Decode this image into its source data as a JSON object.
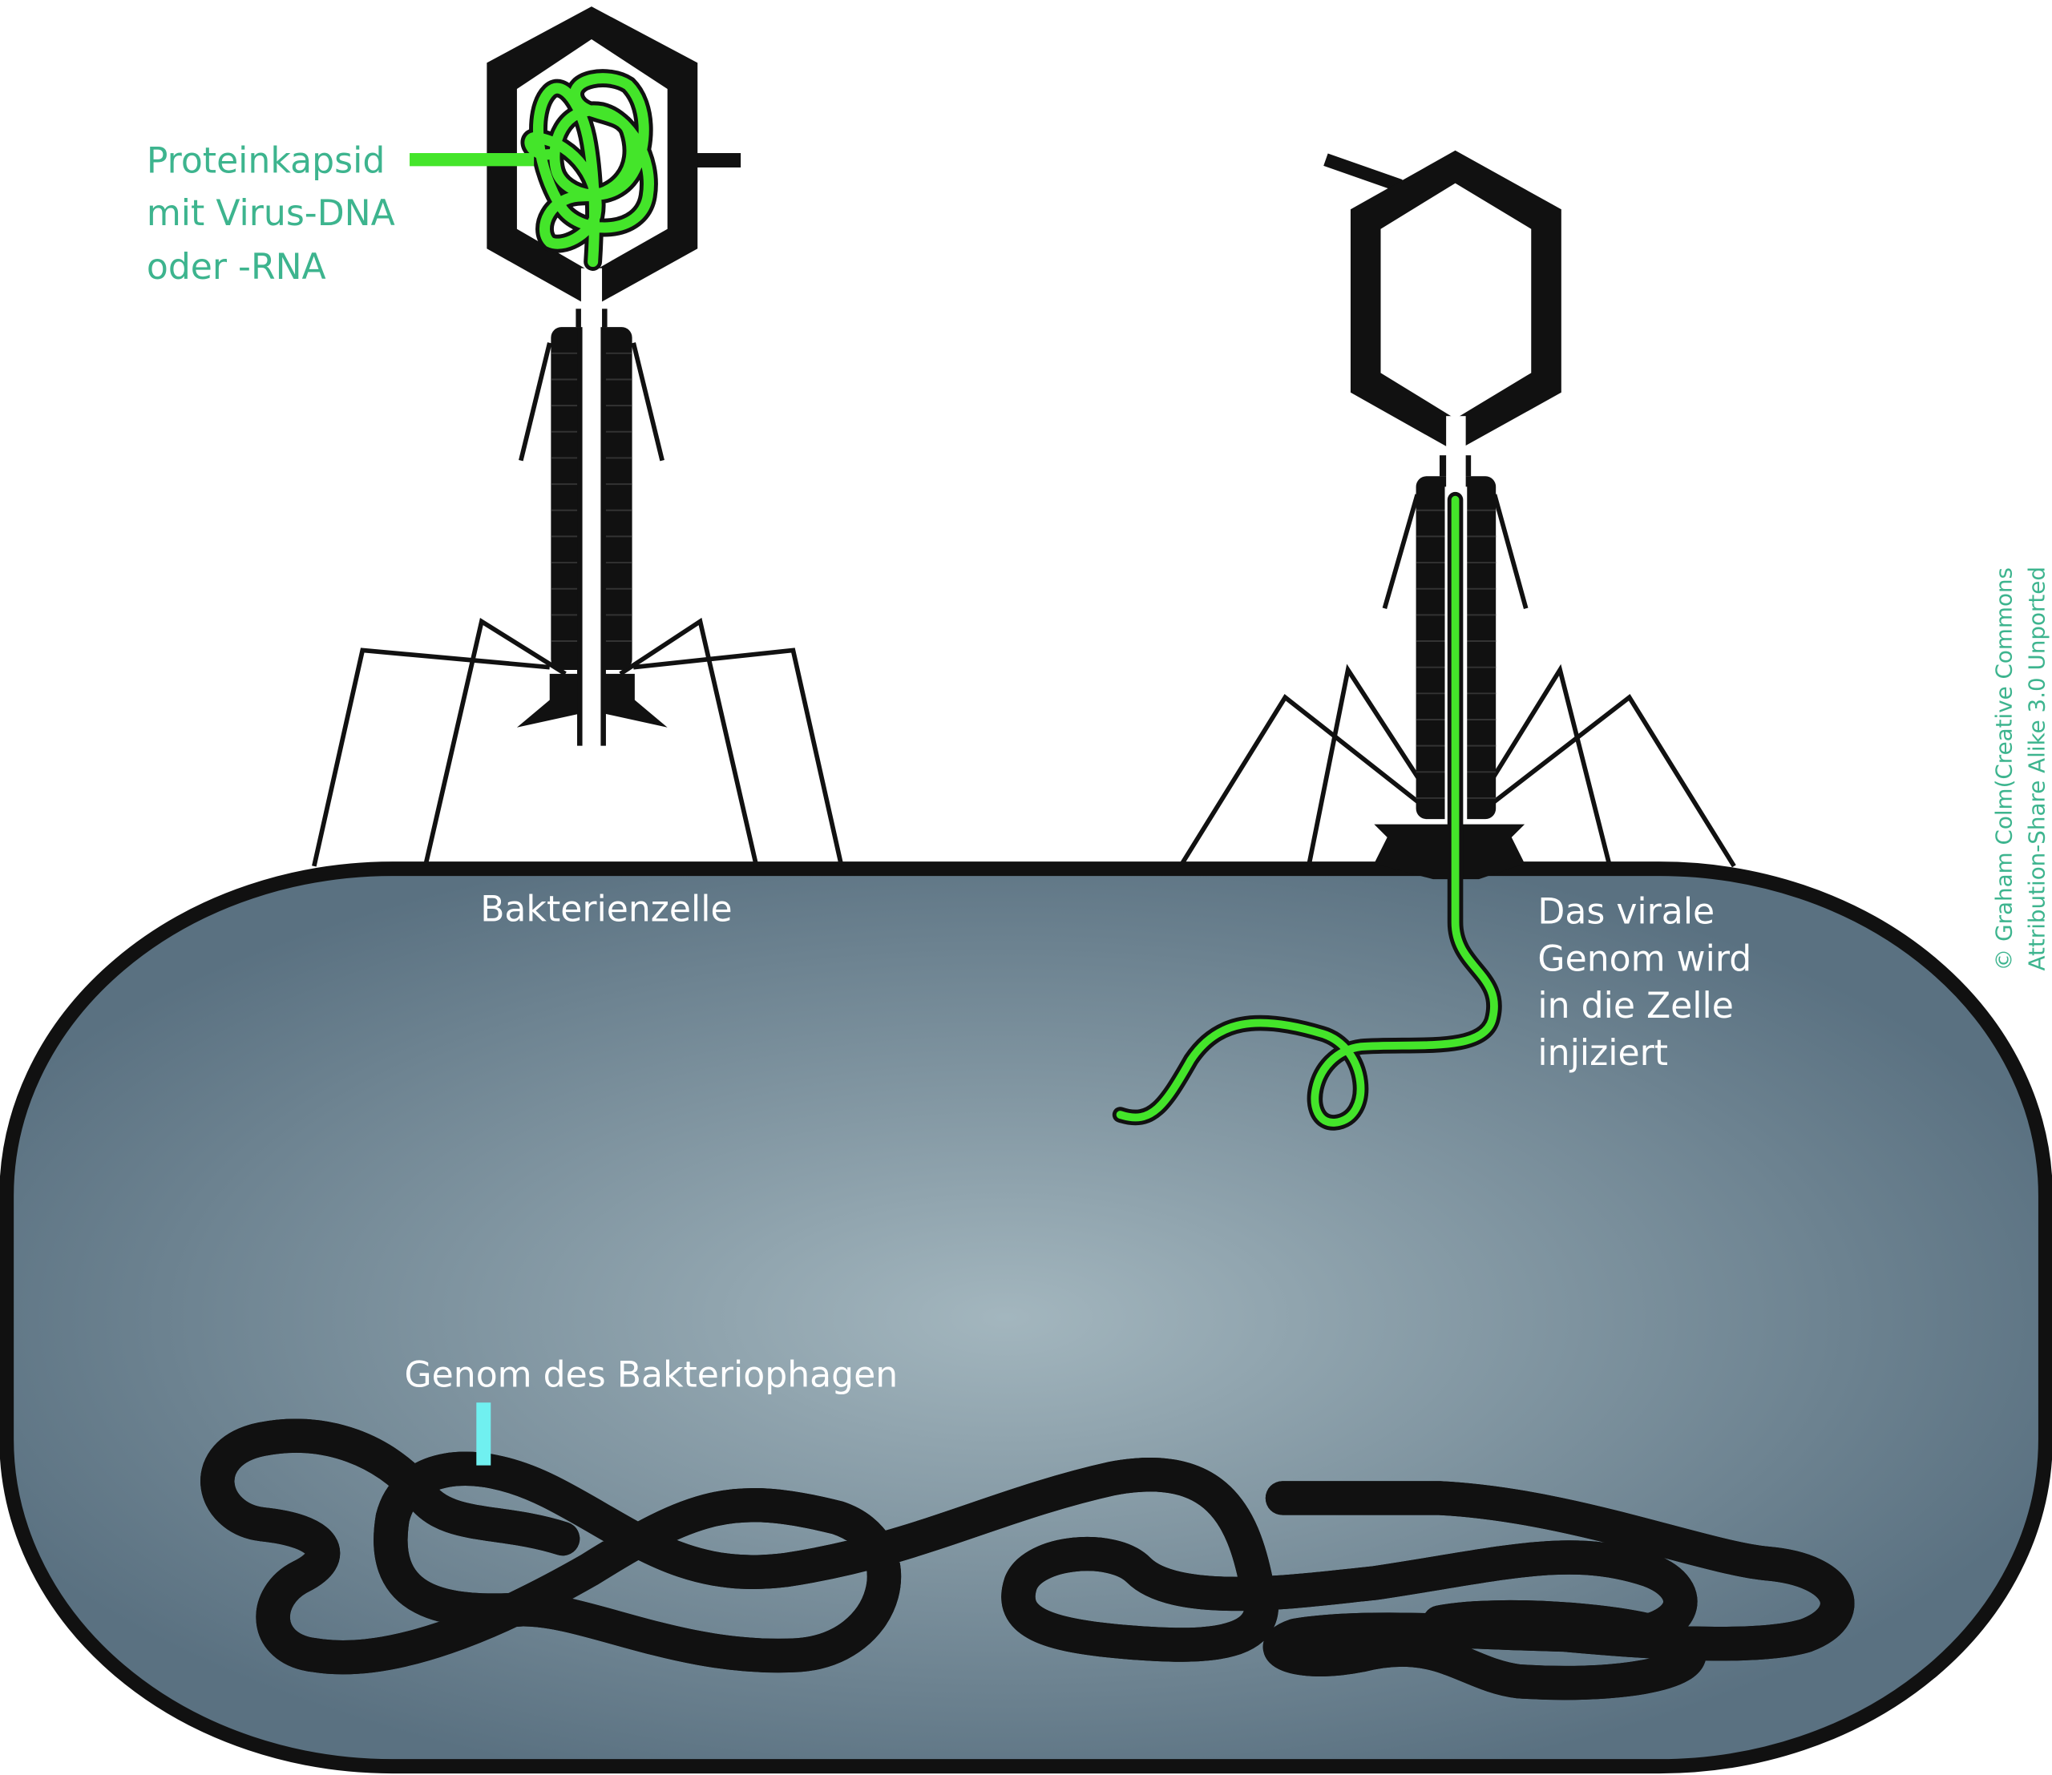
{
  "labels": {
    "capsid": [
      "Proteinkapsid",
      "mit Virus-DNA",
      "oder -RNA"
    ],
    "cell": "Bakterienzelle",
    "injected": [
      "Das virale",
      "Genom wird",
      "in die Zelle",
      "injiziert"
    ],
    "genome": "Genom des Bakteriophagen"
  },
  "copyright": [
    "© Graham Colm(Creative Commons",
    "Attribution-Share Alike 3.0 Unported"
  ],
  "colors": {
    "label_green": "#3db48e",
    "viral_dna": "#44e52a",
    "phage_genome": "#70f0f0",
    "cell_center": "#a3b6be",
    "cell_edge": "#5a7181"
  }
}
